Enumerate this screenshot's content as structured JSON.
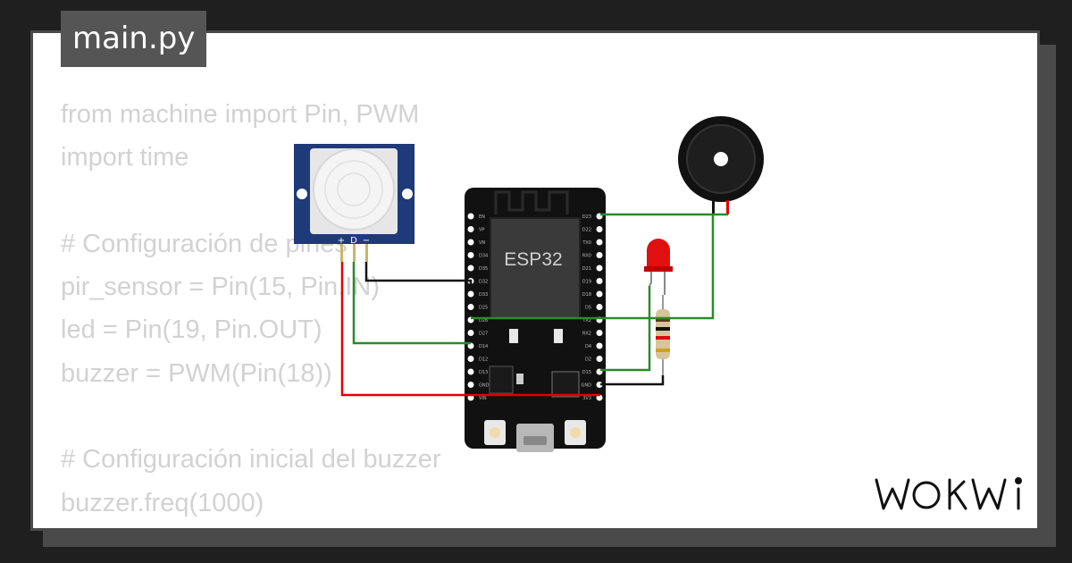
{
  "editor": {
    "filename": "main.py",
    "code_lines": [
      "from machine import Pin, PWM",
      "import time",
      "",
      "# Configuración de pines",
      "pir_sensor = Pin(15, Pin.IN)",
      "led = Pin(19, Pin.OUT)",
      "buzzer = PWM(Pin(18))",
      "",
      "# Configuración inicial del buzzer",
      "buzzer.freq(1000)"
    ]
  },
  "circuit": {
    "board_label": "ESP32",
    "pir_pins": [
      "+",
      "D",
      "−"
    ],
    "left_pins": [
      "EN",
      "VP",
      "VN",
      "D34",
      "D35",
      "D32",
      "D33",
      "D25",
      "D26",
      "D27",
      "D14",
      "D12",
      "D13",
      "GND",
      "VIN"
    ],
    "right_pins": [
      "D23",
      "D22",
      "TX0",
      "RX0",
      "D21",
      "D19",
      "D18",
      "D5",
      "TX2",
      "RX2",
      "D4",
      "D2",
      "D15",
      "GND",
      "3V3"
    ]
  },
  "colors": {
    "wire_green": "#2a8a2a",
    "wire_red": "#e00000",
    "wire_black": "#111111",
    "board": "#111111",
    "pir_blue": "#1f3a78",
    "led_red": "#e01010"
  },
  "branding": {
    "logo": "WOKWI"
  }
}
